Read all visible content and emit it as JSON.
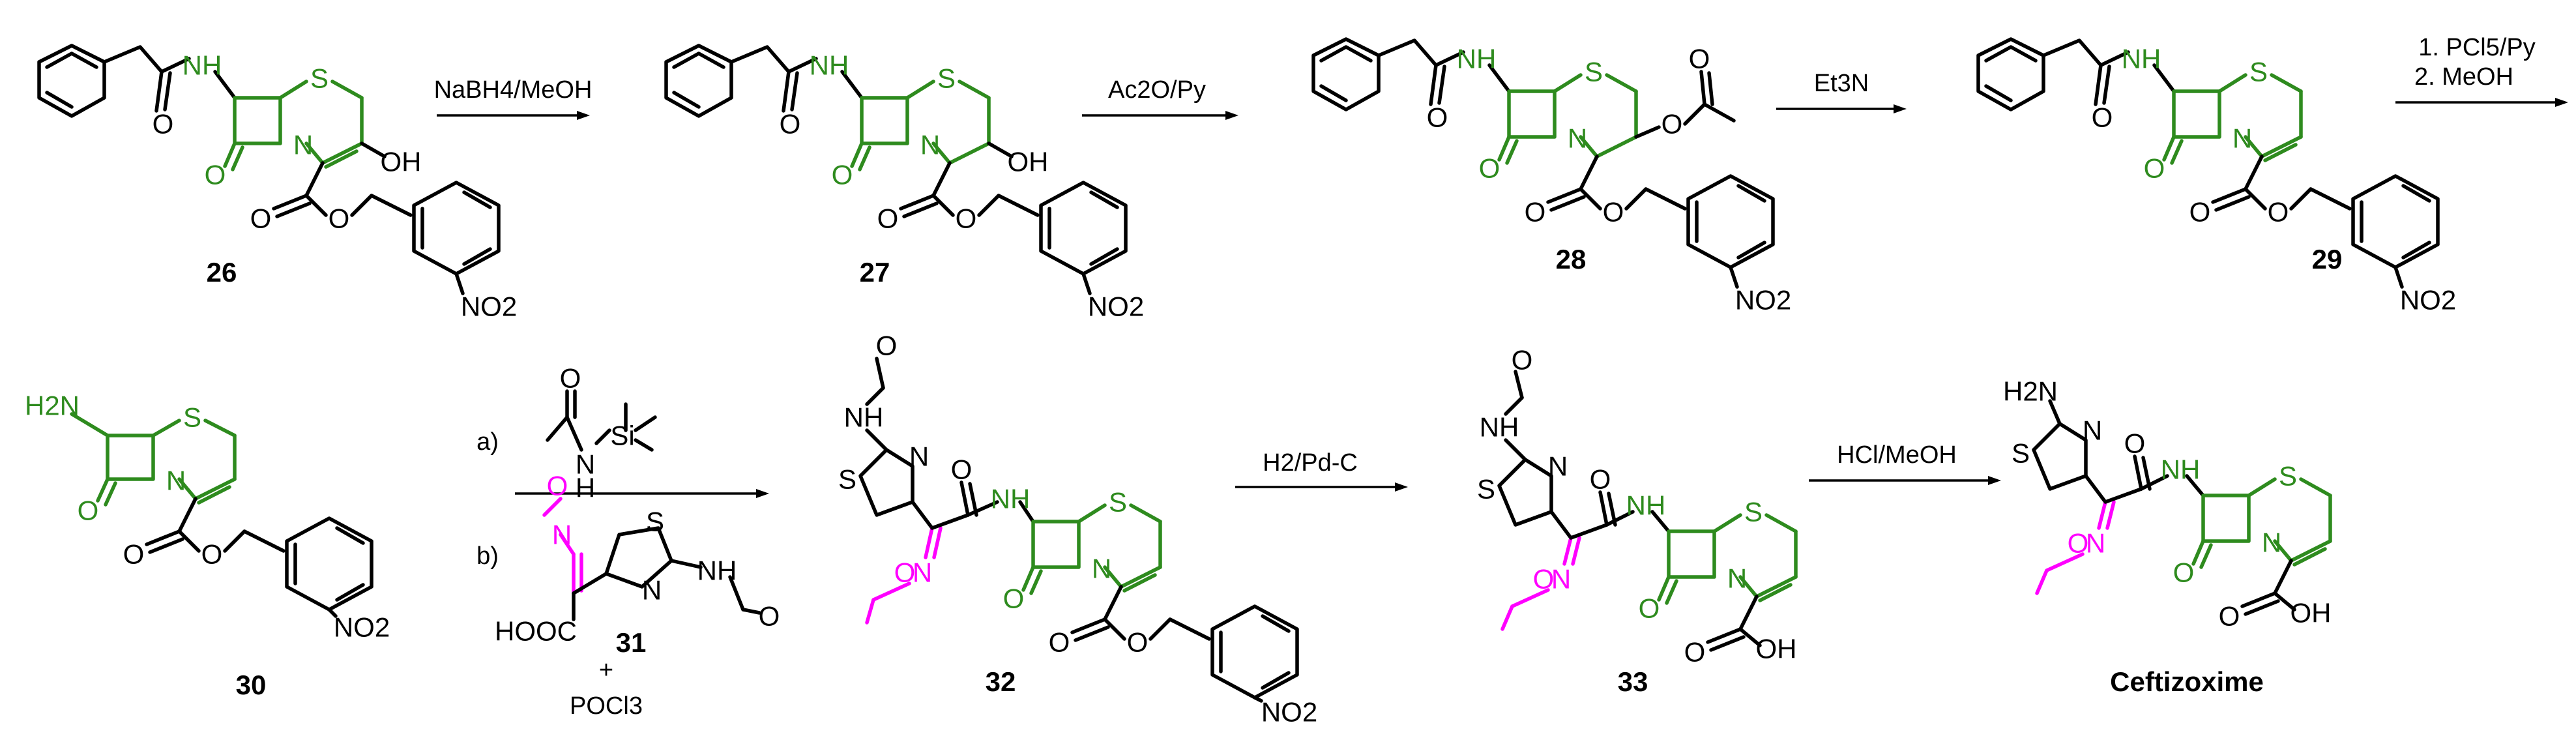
{
  "compounds": {
    "c26": "26",
    "c27": "27",
    "c28": "28",
    "c29": "29",
    "c30": "30",
    "c31": "31",
    "c32": "32",
    "c33": "33",
    "final": "Ceftizoxime"
  },
  "reagents": {
    "step1": "NaBH4/MeOH",
    "step2": "Ac2O/Py",
    "step3": "Et3N",
    "step4a": "1. PCl5/Py",
    "step4b": "2. MeOH",
    "step5a": "a)",
    "step5b": "b)",
    "step5c": "POCl3",
    "step6": "H2/Pd-C",
    "step7": "HCl/MeOH"
  },
  "atoms": {
    "S": "S",
    "N": "N",
    "NH": "NH",
    "H": "H",
    "O": "O",
    "OH": "OH",
    "NO2": "NO2",
    "H2N": "H2N",
    "Si": "Si",
    "HOOC": "HOOC",
    "plus": "+"
  },
  "colors": {
    "core": "#2e8b1e",
    "oxime": "#ff00ff",
    "ink": "#000000"
  }
}
